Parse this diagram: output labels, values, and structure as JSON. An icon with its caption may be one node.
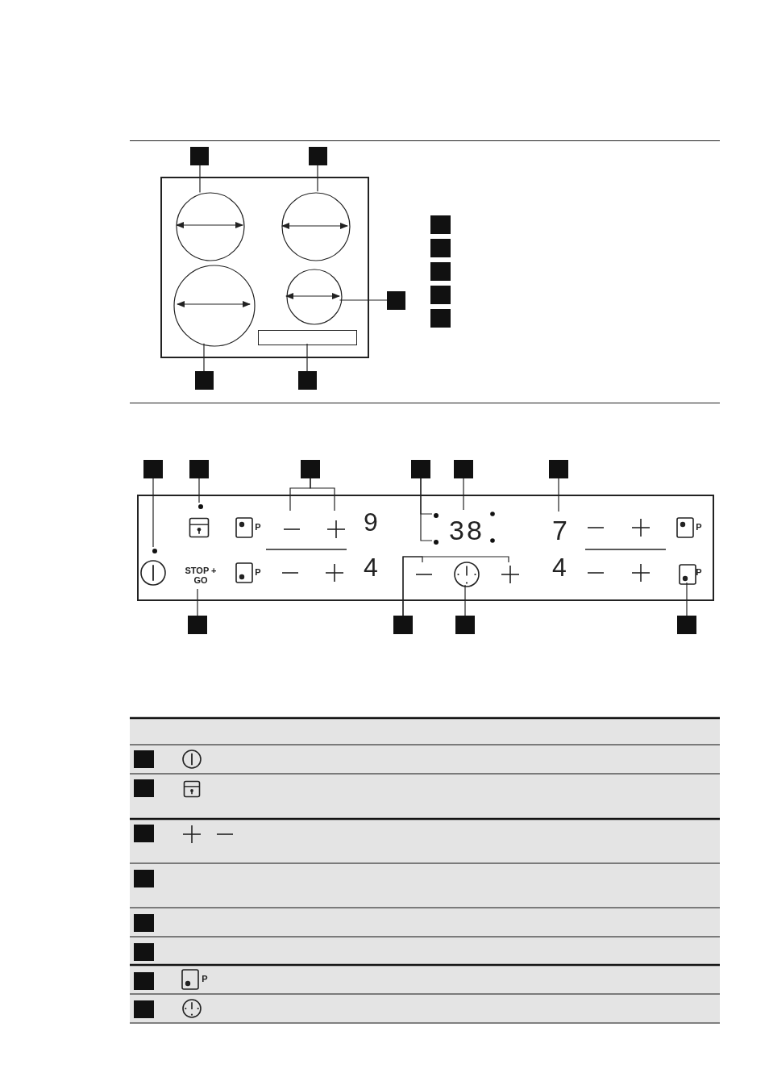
{
  "diagram": {
    "nodes": [
      {
        "text": [],
        "shape": "box"
      },
      {
        "text": [],
        "shape": "circle",
        "in": 0
      },
      {
        "text": [],
        "shape": "circle",
        "in": 0
      },
      {
        "text": [],
        "shape": "circle",
        "in": 0
      },
      {
        "text": [],
        "shape": "circle",
        "in": 0
      },
      {
        "text": [],
        "shape": "box",
        "in": 0
      },
      {
        "text": [],
        "shape": "box"
      },
      {
        "text": [],
        "shape": "box"
      },
      {
        "text": [],
        "shape": "box"
      },
      {
        "text": [],
        "shape": "box"
      },
      {
        "text": [],
        "shape": "box"
      },
      {
        "text": [],
        "shape": "box"
      },
      {
        "text": [],
        "shape": "box"
      },
      {
        "text": [],
        "shape": "box"
      },
      {
        "text": [],
        "shape": "box"
      },
      {
        "text": [],
        "shape": "box"
      },
      {
        "text": [],
        "shape": "box"
      },
      {
        "text": [],
        "shape": "box"
      },
      {
        "text": [],
        "shape": "box"
      },
      {
        "text": [],
        "shape": "box"
      },
      {
        "text": [],
        "shape": "box"
      },
      {
        "text": [],
        "shape": "box"
      },
      {
        "text": [],
        "shape": "box"
      },
      {
        "text": [],
        "shape": "box"
      },
      {
        "text": [],
        "shape": "box"
      },
      {
        "text": [],
        "shape": "box"
      },
      {
        "text": [],
        "shape": "box"
      },
      {
        "text": [],
        "shape": "circle",
        "in": 16
      },
      {
        "text": [],
        "shape": "circle",
        "in": 16
      },
      {
        "text": [],
        "shape": "minus",
        "in": 16
      },
      {
        "text": [],
        "shape": "plus",
        "in": 16
      },
      {
        "text": [],
        "shape": "circle",
        "in": 16
      },
      {
        "text": [],
        "shape": "circle",
        "in": 16
      },
      {
        "text": [
          "38"
        ],
        "in": 16
      },
      {
        "text": [
          "7"
        ],
        "in": 16
      },
      {
        "text": [
          "STOP + GO"
        ],
        "in": 16
      },
      {
        "text": [],
        "shape": "minus",
        "in": 16
      },
      {
        "text": [],
        "shape": "plus",
        "in": 16
      },
      {
        "text": [],
        "shape": "circle",
        "in": 16
      },
      {
        "text": [],
        "shape": "box",
        "in": 16
      },
      {
        "text": [],
        "shape": "box"
      },
      {
        "text": [],
        "shape": "box"
      },
      {
        "text": [],
        "shape": "box"
      },
      {
        "text": [],
        "shape": "box"
      },
      {
        "text": [],
        "shape": "box"
      },
      {
        "text": [],
        "shape": "box"
      },
      {
        "text": [],
        "shape": "box"
      },
      {
        "text": [],
        "shape": "box"
      }
    ],
    "edges": [
      {
        "from": 6,
        "to": 1,
        "arrow": "none"
      },
      {
        "from": 7,
        "to": 2,
        "arrow": "none"
      },
      {
        "from": 8,
        "to": 4,
        "arrow": "none"
      },
      {
        "from": 9,
        "to": 3,
        "arrow": "none"
      },
      {
        "from": 10,
        "to": 5,
        "arrow": "none"
      },
      {
        "from": 17,
        "to": 27,
        "arrow": "none"
      },
      {
        "from": 18,
        "to": 28,
        "arrow": "none"
      },
      {
        "from": 19,
        "to": 29,
        "arrow": "none"
      },
      {
        "from": 19,
        "to": 30,
        "arrow": "none"
      },
      {
        "from": 20,
        "to": 31,
        "arrow": "none"
      },
      {
        "from": 20,
        "to": 32,
        "arrow": "none"
      },
      {
        "from": 21,
        "to": 33,
        "arrow": "none"
      },
      {
        "from": 22,
        "to": 34,
        "arrow": "none"
      },
      {
        "from": 23,
        "to": 35,
        "arrow": "none"
      },
      {
        "from": 24,
        "to": 36,
        "arrow": "none"
      },
      {
        "from": 24,
        "to": 37,
        "arrow": "none"
      },
      {
        "from": 25,
        "to": 38,
        "arrow": "none"
      },
      {
        "from": 26,
        "to": 39,
        "arrow": "none"
      }
    ],
    "labels": [
      "P",
      "9",
      "P",
      "P",
      "4",
      "4",
      "P",
      "P"
    ]
  }
}
